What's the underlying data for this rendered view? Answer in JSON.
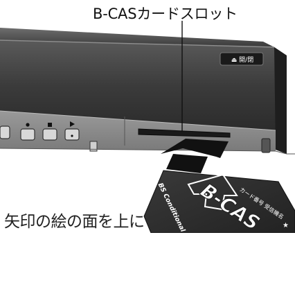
{
  "callout": {
    "label": "B-CASカードスロット"
  },
  "instruction": {
    "text": "矢印の絵の面を上に"
  },
  "recorder": {
    "eject_label": "⏏ 開/閉"
  },
  "card": {
    "logo": "B-CAS",
    "system_name": "BS Conditional Access Systems",
    "small_text": "カード番号 受信機名",
    "star": "★"
  },
  "colors": {
    "body_dark": "#2a2a2a",
    "body_mid": "#4a4a4a",
    "panel": "#8a8a8a",
    "card": "#2e2e2e",
    "arrow": "#111111"
  }
}
